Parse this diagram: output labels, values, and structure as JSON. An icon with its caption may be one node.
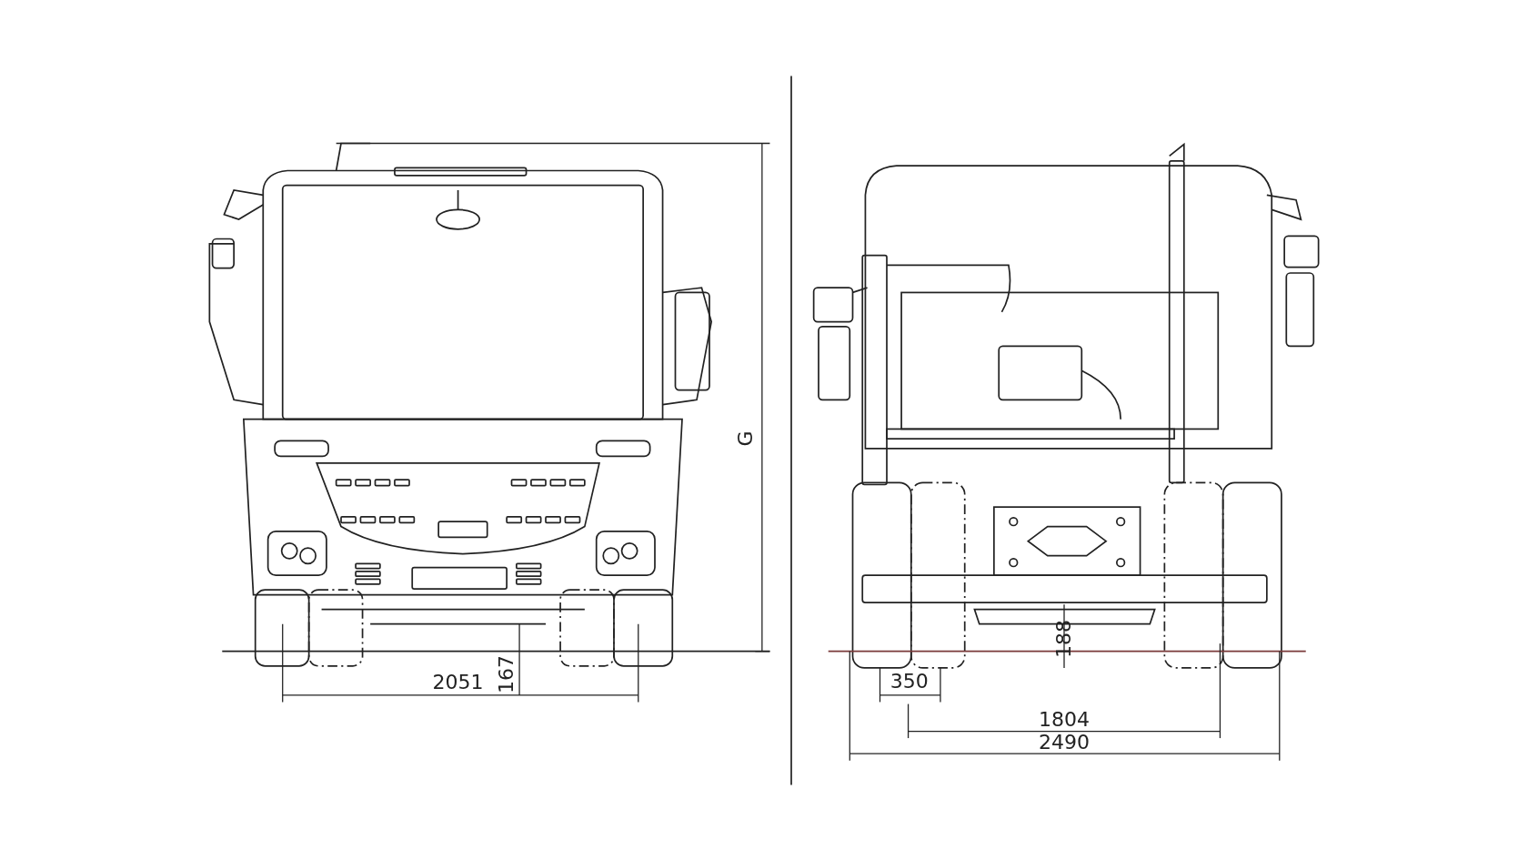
{
  "diagram": {
    "labels": [
      "G",
      "2051",
      "167",
      "350",
      "188",
      "1804",
      "2490"
    ]
  }
}
